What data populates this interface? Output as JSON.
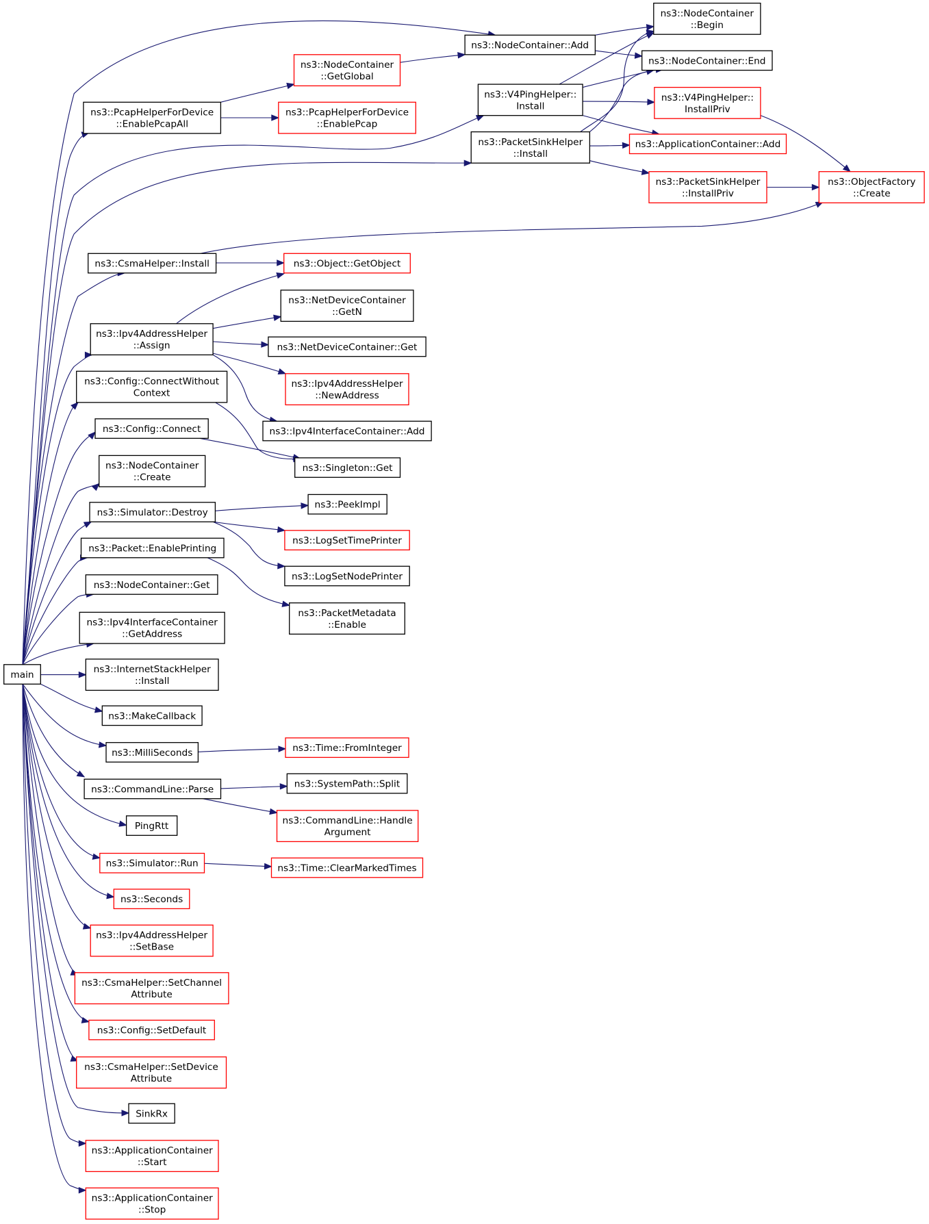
{
  "colors": {
    "edge": "#191970",
    "border_normal": "#000000",
    "border_truncated": "#ff0000",
    "root_fill": "#bfbfbf",
    "node_fill": "#ffffff"
  },
  "nodes": [
    {
      "id": "main",
      "lines": [
        "main"
      ],
      "style": "root"
    },
    {
      "id": "nc-add",
      "lines": [
        "ns3::NodeContainer::Add"
      ],
      "style": "normal"
    },
    {
      "id": "nc-begin",
      "lines": [
        "ns3::NodeContainer",
        "::Begin"
      ],
      "style": "normal"
    },
    {
      "id": "nc-end",
      "lines": [
        "ns3::NodeContainer::End"
      ],
      "style": "normal"
    },
    {
      "id": "nc-getglobal",
      "lines": [
        "ns3::NodeContainer",
        "::GetGlobal"
      ],
      "style": "truncated"
    },
    {
      "id": "v4ping-install",
      "lines": [
        "ns3::V4PingHelper::",
        "Install"
      ],
      "style": "normal"
    },
    {
      "id": "v4ping-installpriv",
      "lines": [
        "ns3::V4PingHelper::",
        "InstallPriv"
      ],
      "style": "truncated"
    },
    {
      "id": "pcap-enableall",
      "lines": [
        "ns3::PcapHelperForDevice",
        "::EnablePcapAll"
      ],
      "style": "normal"
    },
    {
      "id": "pcap-enable",
      "lines": [
        "ns3::PcapHelperForDevice",
        "::EnablePcap"
      ],
      "style": "truncated"
    },
    {
      "id": "psink-install",
      "lines": [
        "ns3::PacketSinkHelper",
        "::Install"
      ],
      "style": "normal"
    },
    {
      "id": "appcont-add",
      "lines": [
        "ns3::ApplicationContainer::Add"
      ],
      "style": "truncated"
    },
    {
      "id": "psink-installpriv",
      "lines": [
        "ns3::PacketSinkHelper",
        "::InstallPriv"
      ],
      "style": "truncated"
    },
    {
      "id": "objfactory-create",
      "lines": [
        "ns3::ObjectFactory",
        "::Create"
      ],
      "style": "truncated"
    },
    {
      "id": "csma-install",
      "lines": [
        "ns3::CsmaHelper::Install"
      ],
      "style": "normal"
    },
    {
      "id": "object-getobject",
      "lines": [
        "ns3::Object::GetObject"
      ],
      "style": "truncated"
    },
    {
      "id": "ndc-getn",
      "lines": [
        "ns3::NetDeviceContainer",
        "::GetN"
      ],
      "style": "normal"
    },
    {
      "id": "ipv4addr-assign",
      "lines": [
        "ns3::Ipv4AddressHelper",
        "::Assign"
      ],
      "style": "normal"
    },
    {
      "id": "ndc-get",
      "lines": [
        "ns3::NetDeviceContainer::Get"
      ],
      "style": "normal"
    },
    {
      "id": "ipv4addr-newaddress",
      "lines": [
        "ns3::Ipv4AddressHelper",
        "::NewAddress"
      ],
      "style": "truncated"
    },
    {
      "id": "config-connectwithoutcontext",
      "lines": [
        "ns3::Config::ConnectWithout",
        "Context"
      ],
      "style": "normal"
    },
    {
      "id": "ipv4ic-add",
      "lines": [
        "ns3::Ipv4InterfaceContainer::Add"
      ],
      "style": "normal"
    },
    {
      "id": "config-connect",
      "lines": [
        "ns3::Config::Connect"
      ],
      "style": "normal"
    },
    {
      "id": "singleton-get",
      "lines": [
        "ns3::Singleton::Get"
      ],
      "style": "normal"
    },
    {
      "id": "nc-create",
      "lines": [
        "ns3::NodeContainer",
        "::Create"
      ],
      "style": "normal"
    },
    {
      "id": "sim-destroy",
      "lines": [
        "ns3::Simulator::Destroy"
      ],
      "style": "normal"
    },
    {
      "id": "peekimpl",
      "lines": [
        "ns3::PeekImpl"
      ],
      "style": "normal"
    },
    {
      "id": "logsettimeprinter",
      "lines": [
        "ns3::LogSetTimePrinter"
      ],
      "style": "truncated"
    },
    {
      "id": "packet-enableprinting",
      "lines": [
        "ns3::Packet::EnablePrinting"
      ],
      "style": "normal"
    },
    {
      "id": "logsetnodeprinter",
      "lines": [
        "ns3::LogSetNodePrinter"
      ],
      "style": "normal"
    },
    {
      "id": "nc-get",
      "lines": [
        "ns3::NodeContainer::Get"
      ],
      "style": "normal"
    },
    {
      "id": "packetmetadata-enable",
      "lines": [
        "ns3::PacketMetadata",
        "::Enable"
      ],
      "style": "normal"
    },
    {
      "id": "ipv4ic-getaddress",
      "lines": [
        "ns3::Ipv4InterfaceContainer",
        "::GetAddress"
      ],
      "style": "normal"
    },
    {
      "id": "inetstack-install",
      "lines": [
        "ns3::InternetStackHelper",
        "::Install"
      ],
      "style": "normal"
    },
    {
      "id": "makecallback",
      "lines": [
        "ns3::MakeCallback"
      ],
      "style": "normal"
    },
    {
      "id": "milliseconds",
      "lines": [
        "ns3::MilliSeconds"
      ],
      "style": "normal"
    },
    {
      "id": "time-frominteger",
      "lines": [
        "ns3::Time::FromInteger"
      ],
      "style": "truncated"
    },
    {
      "id": "cmdline-parse",
      "lines": [
        "ns3::CommandLine::Parse"
      ],
      "style": "normal"
    },
    {
      "id": "systempath-split",
      "lines": [
        "ns3::SystemPath::Split"
      ],
      "style": "normal"
    },
    {
      "id": "cmdline-handleargument",
      "lines": [
        "ns3::CommandLine::Handle",
        "Argument"
      ],
      "style": "truncated"
    },
    {
      "id": "pingrtt",
      "lines": [
        "PingRtt"
      ],
      "style": "normal"
    },
    {
      "id": "sim-run",
      "lines": [
        "ns3::Simulator::Run"
      ],
      "style": "truncated"
    },
    {
      "id": "time-clearmarkedtimes",
      "lines": [
        "ns3::Time::ClearMarkedTimes"
      ],
      "style": "truncated"
    },
    {
      "id": "seconds",
      "lines": [
        "ns3::Seconds"
      ],
      "style": "truncated"
    },
    {
      "id": "ipv4addr-setbase",
      "lines": [
        "ns3::Ipv4AddressHelper",
        "::SetBase"
      ],
      "style": "truncated"
    },
    {
      "id": "csma-setchannelattribute",
      "lines": [
        "ns3::CsmaHelper::SetChannel",
        "Attribute"
      ],
      "style": "truncated"
    },
    {
      "id": "config-setdefault",
      "lines": [
        "ns3::Config::SetDefault"
      ],
      "style": "truncated"
    },
    {
      "id": "csma-setdeviceattribute",
      "lines": [
        "ns3::CsmaHelper::SetDevice",
        "Attribute"
      ],
      "style": "truncated"
    },
    {
      "id": "sinkrx",
      "lines": [
        "SinkRx"
      ],
      "style": "normal"
    },
    {
      "id": "appcont-start",
      "lines": [
        "ns3::ApplicationContainer",
        "::Start"
      ],
      "style": "truncated"
    },
    {
      "id": "appcont-stop",
      "lines": [
        "ns3::ApplicationContainer",
        "::Stop"
      ],
      "style": "truncated"
    }
  ],
  "edges": [
    {
      "from": "main",
      "to": "nc-add"
    },
    {
      "from": "main",
      "to": "pcap-enableall"
    },
    {
      "from": "main",
      "to": "v4ping-install"
    },
    {
      "from": "main",
      "to": "psink-install"
    },
    {
      "from": "main",
      "to": "csma-install"
    },
    {
      "from": "main",
      "to": "ipv4addr-assign"
    },
    {
      "from": "main",
      "to": "config-connectwithoutcontext"
    },
    {
      "from": "main",
      "to": "config-connect"
    },
    {
      "from": "main",
      "to": "nc-create"
    },
    {
      "from": "main",
      "to": "sim-destroy"
    },
    {
      "from": "main",
      "to": "packet-enableprinting"
    },
    {
      "from": "main",
      "to": "nc-get"
    },
    {
      "from": "main",
      "to": "ipv4ic-getaddress"
    },
    {
      "from": "main",
      "to": "inetstack-install"
    },
    {
      "from": "main",
      "to": "makecallback"
    },
    {
      "from": "main",
      "to": "milliseconds"
    },
    {
      "from": "main",
      "to": "cmdline-parse"
    },
    {
      "from": "main",
      "to": "pingrtt"
    },
    {
      "from": "main",
      "to": "sim-run"
    },
    {
      "from": "main",
      "to": "seconds"
    },
    {
      "from": "main",
      "to": "ipv4addr-setbase"
    },
    {
      "from": "main",
      "to": "csma-setchannelattribute"
    },
    {
      "from": "main",
      "to": "config-setdefault"
    },
    {
      "from": "main",
      "to": "csma-setdeviceattribute"
    },
    {
      "from": "main",
      "to": "sinkrx"
    },
    {
      "from": "main",
      "to": "appcont-start"
    },
    {
      "from": "main",
      "to": "appcont-stop"
    },
    {
      "from": "nc-add",
      "to": "nc-begin"
    },
    {
      "from": "nc-add",
      "to": "nc-end"
    },
    {
      "from": "nc-getglobal",
      "to": "nc-add"
    },
    {
      "from": "pcap-enableall",
      "to": "nc-getglobal"
    },
    {
      "from": "pcap-enableall",
      "to": "pcap-enable"
    },
    {
      "from": "v4ping-install",
      "to": "nc-begin"
    },
    {
      "from": "v4ping-install",
      "to": "nc-end"
    },
    {
      "from": "v4ping-install",
      "to": "v4ping-installpriv"
    },
    {
      "from": "v4ping-install",
      "to": "appcont-add"
    },
    {
      "from": "v4ping-installpriv",
      "to": "objfactory-create"
    },
    {
      "from": "psink-install",
      "to": "nc-begin"
    },
    {
      "from": "psink-install",
      "to": "nc-end"
    },
    {
      "from": "psink-install",
      "to": "appcont-add"
    },
    {
      "from": "psink-install",
      "to": "psink-installpriv"
    },
    {
      "from": "psink-installpriv",
      "to": "objfactory-create"
    },
    {
      "from": "csma-install",
      "to": "objfactory-create"
    },
    {
      "from": "csma-install",
      "to": "object-getobject"
    },
    {
      "from": "ipv4addr-assign",
      "to": "object-getobject"
    },
    {
      "from": "ipv4addr-assign",
      "to": "ndc-getn"
    },
    {
      "from": "ipv4addr-assign",
      "to": "ndc-get"
    },
    {
      "from": "ipv4addr-assign",
      "to": "ipv4addr-newaddress"
    },
    {
      "from": "ipv4addr-assign",
      "to": "ipv4ic-add"
    },
    {
      "from": "config-connectwithoutcontext",
      "to": "singleton-get"
    },
    {
      "from": "config-connect",
      "to": "singleton-get"
    },
    {
      "from": "sim-destroy",
      "to": "peekimpl"
    },
    {
      "from": "sim-destroy",
      "to": "logsettimeprinter"
    },
    {
      "from": "sim-destroy",
      "to": "logsetnodeprinter"
    },
    {
      "from": "packet-enableprinting",
      "to": "packetmetadata-enable"
    },
    {
      "from": "milliseconds",
      "to": "time-frominteger"
    },
    {
      "from": "cmdline-parse",
      "to": "systempath-split"
    },
    {
      "from": "cmdline-parse",
      "to": "cmdline-handleargument"
    },
    {
      "from": "sim-run",
      "to": "time-clearmarkedtimes"
    }
  ]
}
